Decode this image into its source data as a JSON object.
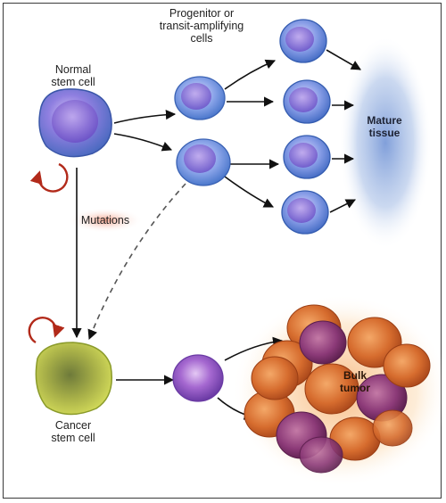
{
  "labels": {
    "normal_stem_line1": "Normal",
    "normal_stem_line2": "stem cell",
    "progenitor_line1": "Progenitor or",
    "progenitor_line2": "transit-amplifying",
    "progenitor_line3": "cells",
    "mature_line1": "Mature",
    "mature_line2": "tissue",
    "mutations": "Mutations",
    "cancer_stem_line1": "Cancer",
    "cancer_stem_line2": "stem cell",
    "bulk_line1": "Bulk",
    "bulk_line2": "tumor"
  },
  "colors": {
    "normal_stem": "#7b72d8",
    "progenitor": "#6f8fe0",
    "mature_cell": "#5f7fd8",
    "mature_glow": "#8aa6dc",
    "cancer_stem": "#a8b83a",
    "cancer_progenitor": "#9a55c0",
    "tumor_orange": "#d06a2c",
    "tumor_purple": "#8a3a78",
    "self_renewal_arrow": "#b22a1a",
    "mutation_glow": "#f2a48a"
  }
}
